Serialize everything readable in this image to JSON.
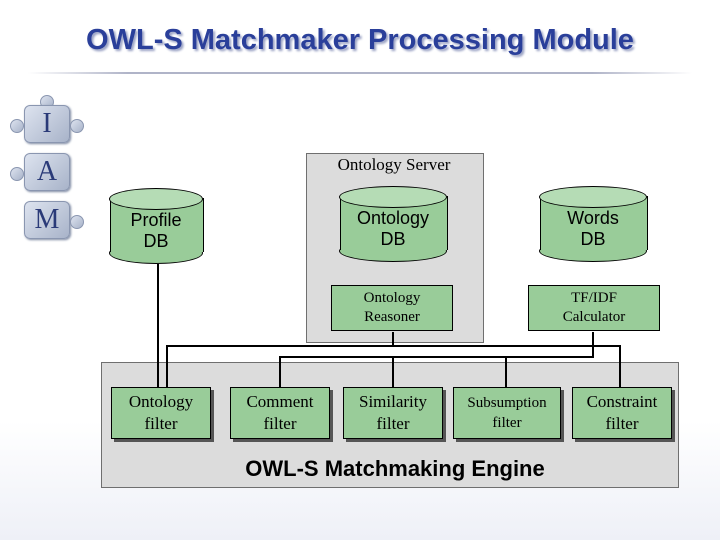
{
  "title": "OWL-S Matchmaker Processing Module",
  "logo_letters": [
    "I",
    "A",
    "M"
  ],
  "ontology_server": {
    "label": "Ontology Server",
    "ontology_db": "Ontology\nDB",
    "ontology_reasoner": "Ontology\nReasoner"
  },
  "profile_db": "Profile\nDB",
  "words_db": "Words\nDB",
  "tfidf_calculator": "TF/IDF\nCalculator",
  "engine": {
    "label": "OWL-S Matchmaking Engine",
    "filters": [
      "Ontology\nfilter",
      "Comment\nfilter",
      "Similarity\nfilter",
      "Subsumption\nfilter",
      "Constraint\nfilter"
    ]
  },
  "colors": {
    "title": "#2a3f9a",
    "component_fill": "#99cc99",
    "container_fill": "#dcdcdc"
  }
}
